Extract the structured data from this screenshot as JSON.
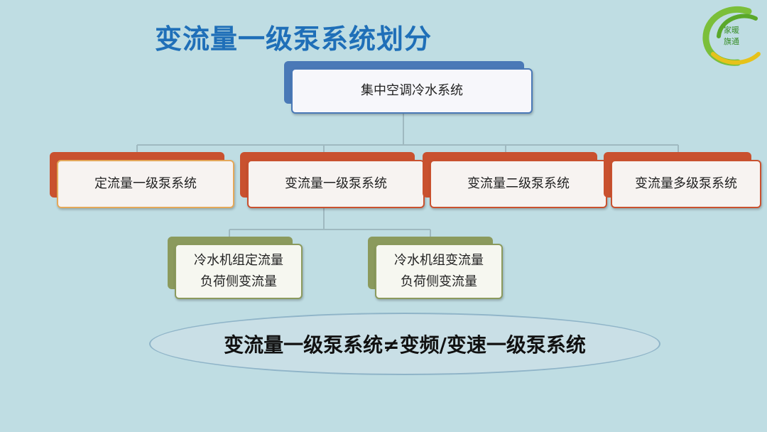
{
  "title": "变流量一级泵系统划分",
  "logo": {
    "line1": "家暖",
    "line2": "旗通"
  },
  "diagram": {
    "root": "集中空调冷水系统",
    "level2": [
      "定流量一级泵系统",
      "变流量一级泵系统",
      "变流量二级泵系统",
      "变流量多级泵系统"
    ],
    "level3": [
      {
        "line1": "冷水机组定流量",
        "line2": "负荷侧变流量"
      },
      {
        "line1": "冷水机组变流量",
        "line2": "负荷侧变流量"
      }
    ]
  },
  "note": "变流量一级泵系统≠变频/变速一级泵系统",
  "colors": {
    "title": "#1f6fb8",
    "root_accent": "#4a79b7",
    "level2_accent": "#c9512f",
    "level3_accent": "#8b9a5d",
    "background": "#bfdde3"
  }
}
